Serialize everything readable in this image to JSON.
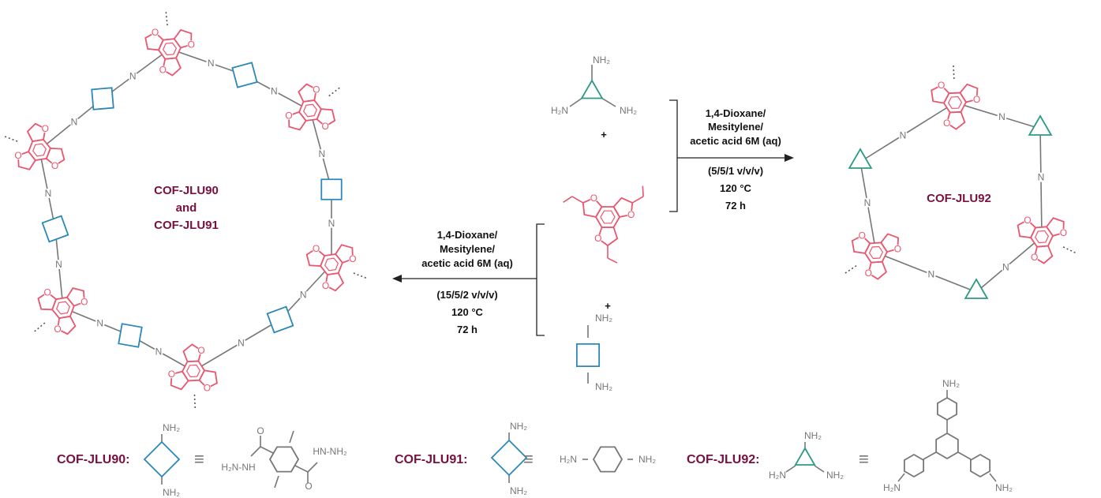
{
  "colors": {
    "core": "#e8566f",
    "cyclobutane": "#2b88b8",
    "cyclopropane": "#2e9a86",
    "bond": "#777777",
    "label": "#7a1040"
  },
  "atoms": {
    "N": "N",
    "O": "O",
    "NH2": "NH₂",
    "H2N": "H₂N",
    "NH": "NH",
    "HN": "HN",
    "H2N_NH": "H₂N-NH",
    "HN_NH2": "HN-NH₂"
  },
  "left_product": {
    "line1": "COF-JLU90",
    "line2": "and",
    "line3": "COF-JLU91"
  },
  "right_product": {
    "label": "COF-JLU92"
  },
  "plus": "+",
  "right_conditions": {
    "l1": "1,4-Dioxane/",
    "l2": "Mesitylene/",
    "l3": "acetic acid 6M (aq)",
    "l4": "(5/5/1 v/v/v)",
    "l5": "120 °C",
    "l6": "72 h"
  },
  "left_conditions": {
    "l1": "1,4-Dioxane/",
    "l2": "Mesitylene/",
    "l3": "acetic acid 6M (aq)",
    "l4": "(15/5/2 v/v/v)",
    "l5": "120 °C",
    "l6": "72 h"
  },
  "legend": [
    {
      "label": "COF-JLU90:",
      "equiv": "≡"
    },
    {
      "label": "COF-JLU91:",
      "equiv": "≡"
    },
    {
      "label": "COF-JLU92:",
      "equiv": "≡"
    }
  ]
}
